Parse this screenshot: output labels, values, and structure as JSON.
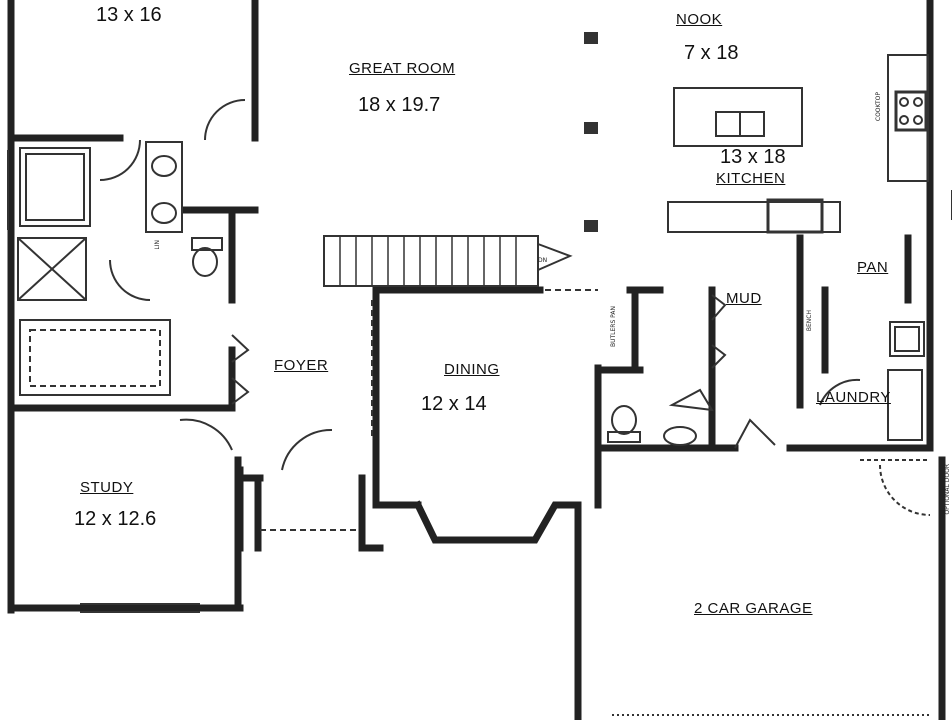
{
  "rooms": {
    "bedroom": {
      "dim": "13 x 16"
    },
    "great_room": {
      "name": "GREAT ROOM",
      "dim": "18 x 19.7"
    },
    "nook": {
      "name": "NOOK",
      "dim": "7 x 18"
    },
    "kitchen": {
      "name": "KITCHEN",
      "dim": "13 x 18"
    },
    "pantry": {
      "name": "PAN"
    },
    "mud": {
      "name": "MUD"
    },
    "laundry": {
      "name": "LAUNDRY"
    },
    "foyer": {
      "name": "FOYER"
    },
    "dining": {
      "name": "DINING",
      "dim": "12 x 14"
    },
    "study": {
      "name": "STUDY",
      "dim": "12 x 12.6"
    },
    "garage": {
      "name": "2 CAR GARAGE"
    }
  },
  "fixtures": {
    "cooktop": "COOKTOP",
    "butlers_pantry": "BUTLERS PAN",
    "bench": "BENCH",
    "linen": "LIN",
    "stairs_dn": "DN",
    "optional_door": "OPTIONAL DOOR"
  }
}
